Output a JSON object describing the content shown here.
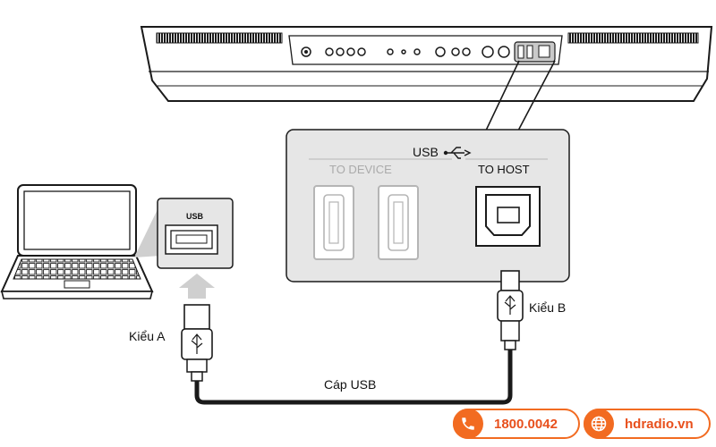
{
  "labels": {
    "usb_header": "USB",
    "to_device": "TO DEVICE",
    "to_host": "TO HOST",
    "laptop_port": "USB",
    "type_a": "Kiểu A",
    "type_b": "Kiểu B",
    "cable": "Cáp USB"
  },
  "contact": {
    "phone": "1800.0042",
    "website": "hdradio.vn"
  },
  "icons": {
    "usb_symbol": "usb-icon",
    "phone": "phone-icon",
    "web": "globe-icon",
    "arrow": "arrow-up-icon"
  },
  "colors": {
    "accent": "#f26b21",
    "accent_text": "#e8501d",
    "line": "#1a1a1a",
    "panel_bg": "#e6e6e6",
    "dim_port": "#b5b5b5"
  }
}
